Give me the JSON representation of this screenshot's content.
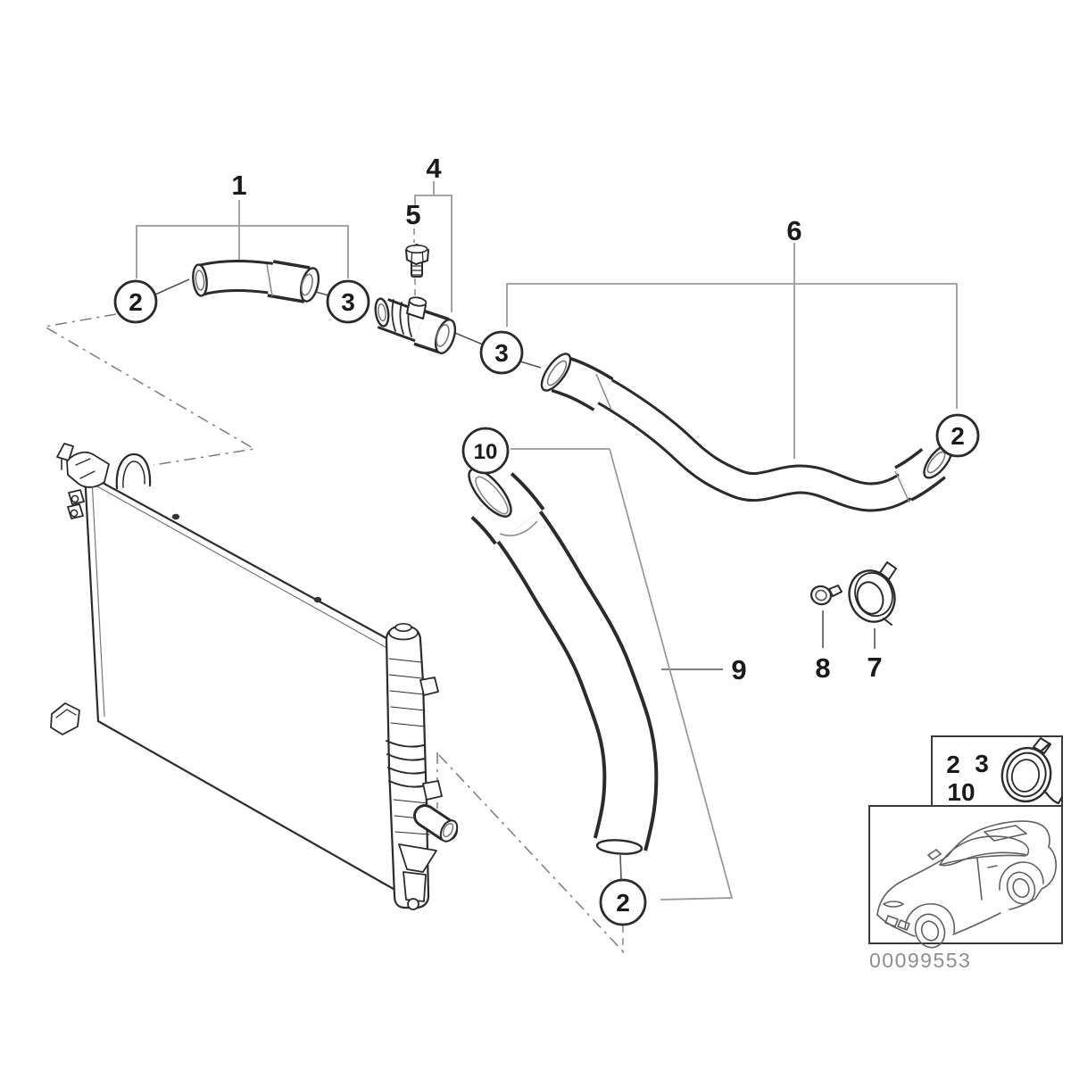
{
  "labels": {
    "part1": "1",
    "part4": "4",
    "part5": "5",
    "part6": "6",
    "part7": "7",
    "part8": "8",
    "part9": "9"
  },
  "callouts": {
    "clamp2_top": "2",
    "clamp3_top": "3",
    "clamp3_mid": "3",
    "clamp2_right": "2",
    "clamp10": "10",
    "clamp2_bottom": "2"
  },
  "inset": {
    "ref2": "2",
    "ref3": "3",
    "ref10": "10",
    "doc_number": "00099553"
  },
  "colors": {
    "line": "#2b2b2b",
    "leader_gray": "#9a9a9a",
    "fin_gray": "#a5a5a5",
    "muted_text": "#8f8f8f",
    "background": "#ffffff"
  }
}
